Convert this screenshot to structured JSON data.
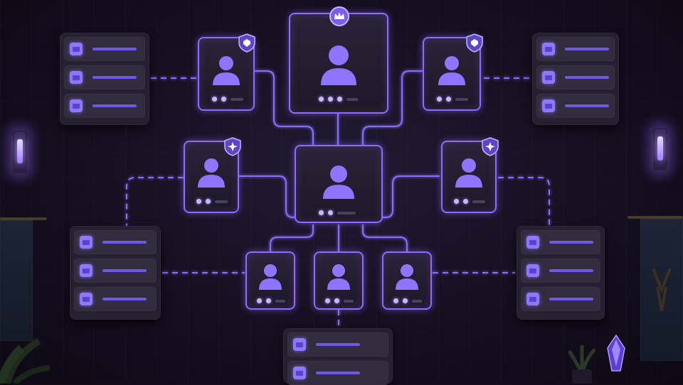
{
  "theme": {
    "accent": "#8f6bff",
    "background": "#150f20",
    "panel": "#262131",
    "chip": "#8e78ff"
  },
  "cards": [
    {
      "id": "leader",
      "role": "leader",
      "badge": "crown-icon",
      "dots": 3
    },
    {
      "id": "left-upper",
      "badge": "shield-icon",
      "dots": 2
    },
    {
      "id": "right-upper",
      "badge": "shield-icon",
      "dots": 2
    },
    {
      "id": "center",
      "badge": null,
      "dots": 2
    },
    {
      "id": "left-middle",
      "badge": "shield-star-icon",
      "dots": 2
    },
    {
      "id": "right-middle",
      "badge": "shield-star-icon",
      "dots": 2
    },
    {
      "id": "bottom-left",
      "badge": null,
      "dots": 2
    },
    {
      "id": "bottom-center",
      "badge": null,
      "dots": 2
    },
    {
      "id": "bottom-right",
      "badge": null,
      "dots": 2
    }
  ],
  "panels": [
    {
      "id": "top-left",
      "rows": 3,
      "row_icon": "chat-icon"
    },
    {
      "id": "top-right",
      "rows": 3,
      "row_icon": "chat-icon"
    },
    {
      "id": "middle-left",
      "rows": 3,
      "row_icon": "chat-icon"
    },
    {
      "id": "middle-right",
      "rows": 3,
      "row_icon": "chat-icon"
    },
    {
      "id": "bottom",
      "rows": 2,
      "row_icon": "chat-icon"
    }
  ],
  "decor": [
    "lantern-left",
    "lantern-right",
    "banner-left",
    "banner-right",
    "plant-left",
    "plant-right",
    "crystal"
  ]
}
